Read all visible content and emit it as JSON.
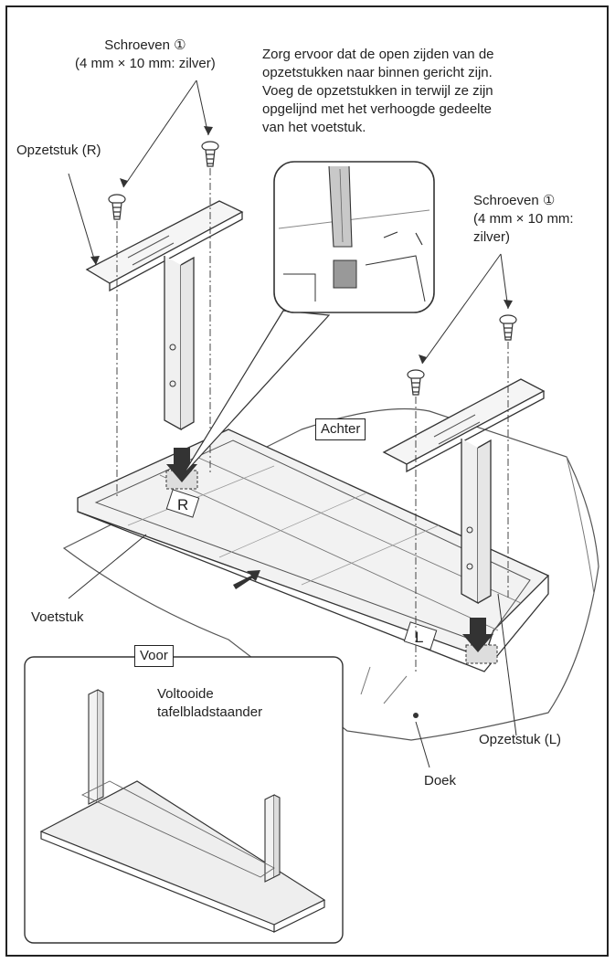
{
  "labels": {
    "screws_top_left_line1": "Schroeven ①",
    "screws_top_left_line2": "(4 mm × 10 mm: zilver)",
    "instruction_lines": [
      "Zorg ervoor dat de open zijden van de",
      "opzetstukken naar binnen gericht zijn.",
      "Voeg de opzetstukken in terwijl ze zijn",
      "opgelijnd met het verhoogde gedeelte",
      "van het voetstuk."
    ],
    "attachment_right": "Opzetstuk (R)",
    "screws_right_lines": [
      "Schroeven ①",
      "(4 mm × 10 mm:",
      "zilver)"
    ],
    "back": "Achter",
    "front": "Voor",
    "base": "Voetstuk",
    "attachment_left": "Opzetstuk (L)",
    "cloth": "Doek",
    "completed_lines": [
      "Voltooide",
      "tafelbladstaander"
    ],
    "marker_r": "R",
    "marker_l": "L"
  }
}
